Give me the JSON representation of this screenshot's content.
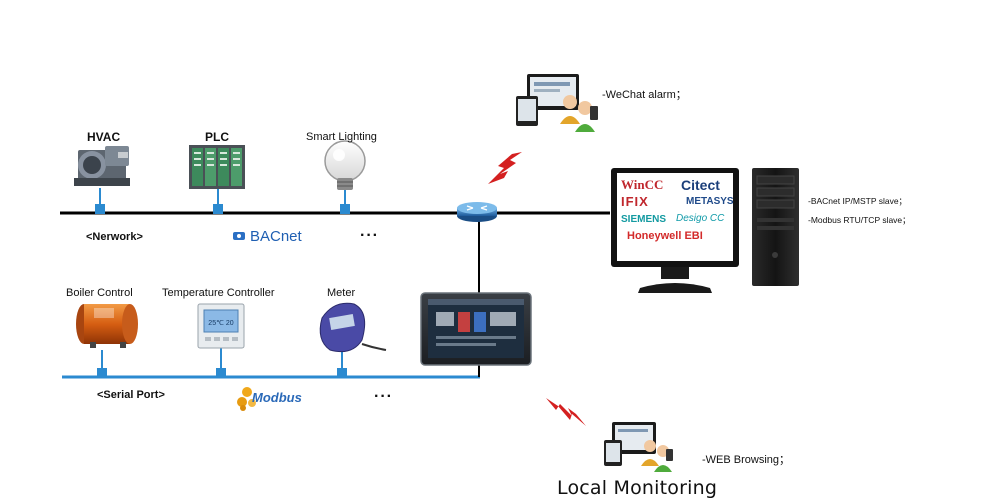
{
  "network_bus": {
    "devices": [
      {
        "label": "HVAC"
      },
      {
        "label": "PLC"
      },
      {
        "label": "Smart Lighting"
      }
    ],
    "protocol_label": "<Nerwork>",
    "logo_text": "BACnet",
    "ellipsis": "···"
  },
  "serial_bus": {
    "devices": [
      {
        "label": "Boiler Control"
      },
      {
        "label": "Temperature Controller"
      },
      {
        "label": "Meter"
      }
    ],
    "protocol_label": "<Serial Port>",
    "logo_text": "Modbus",
    "ellipsis": "···"
  },
  "thermostat_display": "25℃ 20",
  "scada": {
    "brands": [
      "WinCC",
      "Citect",
      "IFIX",
      "METASYS",
      "SIEMENS",
      "Desigo CC",
      "Honeywell EBI"
    ]
  },
  "slave_labels": [
    "-BACnet IP/MSTP slave；",
    "-Modbus RTU/TCP slave；"
  ],
  "wechat_label": "-WeChat alarm；",
  "web_label": "-WEB Browsing；",
  "local_monitoring": "Local Monitoring",
  "colors": {
    "network_line": "#000000",
    "serial_line": "#2b8ad0",
    "connector": "#2b8ad0",
    "bolt": "#d42020"
  },
  "icons": [
    "hvac-chiller-icon",
    "plc-rack-icon",
    "light-bulb-icon",
    "boiler-icon",
    "thermostat-icon",
    "meter-icon",
    "touch-panel-icon",
    "router-icon",
    "workstation-icon",
    "users-devices-icon",
    "lightning-icon"
  ]
}
